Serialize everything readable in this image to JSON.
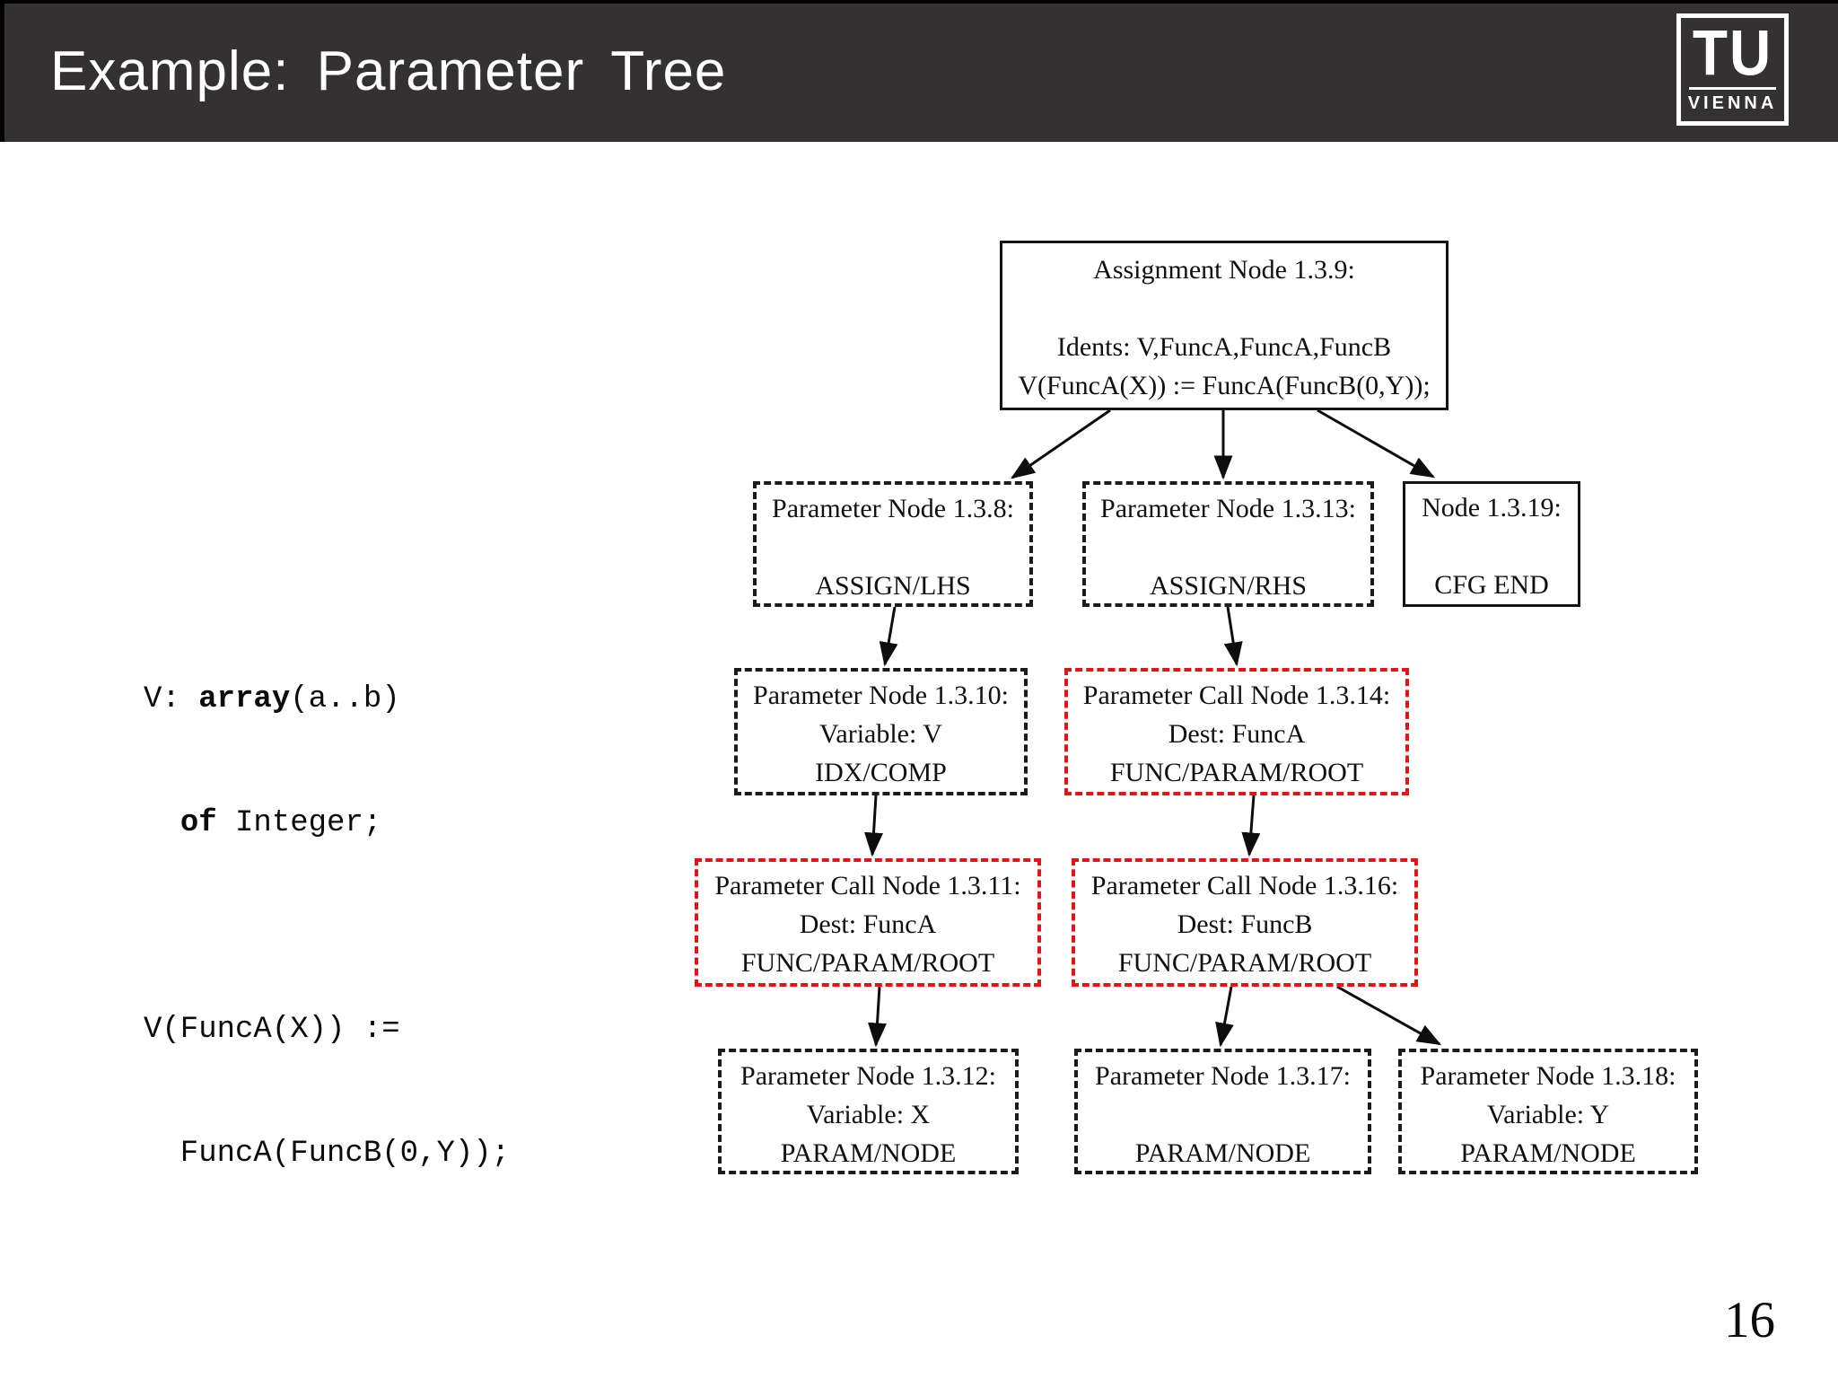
{
  "slide": {
    "title": "Example: Parameter Tree",
    "page_number": "16"
  },
  "logo": {
    "top": "TU",
    "bottom": "VIENNA"
  },
  "code": {
    "lines": [
      {
        "pre": "V: ",
        "bold": "array",
        "post": "(a..b)"
      },
      {
        "pre": "  ",
        "bold": "of",
        "post": " Integer;"
      },
      {
        "pre": "",
        "bold": "",
        "post": ""
      },
      {
        "pre": "V(FuncA(X)) :=",
        "bold": "",
        "post": ""
      },
      {
        "pre": "  FuncA(FuncB(0,Y));",
        "bold": "",
        "post": ""
      }
    ]
  },
  "tree": {
    "nodes": {
      "assignment": {
        "title": "Assignment Node 1.3.9:",
        "idents": "Idents: V,FuncA,FuncA,FuncB",
        "stmt": "V(FuncA(X)) := FuncA(FuncB(0,Y));",
        "border": "solid-black"
      },
      "p138": {
        "title": "Parameter Node 1.3.8:",
        "mid": "",
        "label": "ASSIGN/LHS",
        "border": "dashed-black"
      },
      "p1313": {
        "title": "Parameter Node 1.3.13:",
        "mid": "",
        "label": "ASSIGN/RHS",
        "border": "dashed-black"
      },
      "n1319": {
        "title": "Node 1.3.19:",
        "mid": "",
        "label": "CFG END",
        "border": "solid-black"
      },
      "p1310": {
        "title": "Parameter Node 1.3.10:",
        "mid": "Variable: V",
        "label": "IDX/COMP",
        "border": "dashed-black"
      },
      "pc1314": {
        "title": "Parameter Call Node 1.3.14:",
        "mid": "Dest: FuncA",
        "label": "FUNC/PARAM/ROOT",
        "border": "dashed-red"
      },
      "pc1311": {
        "title": "Parameter Call Node 1.3.11:",
        "mid": "Dest: FuncA",
        "label": "FUNC/PARAM/ROOT",
        "border": "dashed-red"
      },
      "pc1316": {
        "title": "Parameter Call Node 1.3.16:",
        "mid": "Dest: FuncB",
        "label": "FUNC/PARAM/ROOT",
        "border": "dashed-red"
      },
      "p1312": {
        "title": "Parameter Node 1.3.12:",
        "mid": "Variable: X",
        "label": "PARAM/NODE",
        "border": "dashed-black"
      },
      "p1317": {
        "title": "Parameter Node 1.3.17:",
        "mid": "",
        "label": "PARAM/NODE",
        "border": "dashed-black"
      },
      "p1318": {
        "title": "Parameter Node 1.3.18:",
        "mid": "Variable: Y",
        "label": "PARAM/NODE",
        "border": "dashed-black"
      }
    },
    "edges": [
      {
        "from": "1.3.9",
        "to": "1.3.8"
      },
      {
        "from": "1.3.9",
        "to": "1.3.13"
      },
      {
        "from": "1.3.9",
        "to": "1.3.19"
      },
      {
        "from": "1.3.8",
        "to": "1.3.10"
      },
      {
        "from": "1.3.13",
        "to": "1.3.14"
      },
      {
        "from": "1.3.10",
        "to": "1.3.11"
      },
      {
        "from": "1.3.14",
        "to": "1.3.16"
      },
      {
        "from": "1.3.11",
        "to": "1.3.12"
      },
      {
        "from": "1.3.16",
        "to": "1.3.17"
      },
      {
        "from": "1.3.16",
        "to": "1.3.18"
      }
    ]
  },
  "colors": {
    "header_bg": "#343132",
    "accent_red": "#e31414",
    "text": "#0d0d0d"
  }
}
